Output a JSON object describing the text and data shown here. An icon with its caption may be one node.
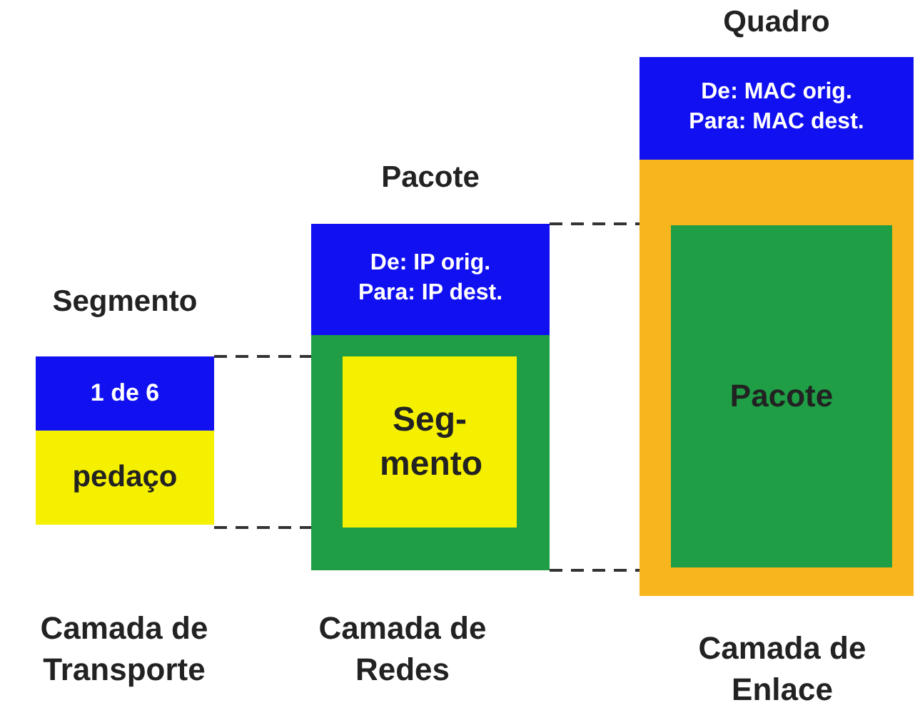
{
  "diagram": {
    "nodes": [
      {
        "text": [
          "Segmento"
        ]
      },
      {
        "text": [
          "1 de 6"
        ],
        "in": 0
      },
      {
        "text": [
          "pedaço"
        ],
        "in": 0
      },
      {
        "text": [
          "Pacote"
        ]
      },
      {
        "text": [
          "De: IP orig. Para: IP dest."
        ],
        "in": 3
      },
      {
        "text": [
          "Seg- mento"
        ],
        "in": 3
      },
      {
        "text": [
          "Quadro"
        ]
      },
      {
        "text": [
          "De: MAC orig. Para: MAC dest."
        ],
        "in": 6
      },
      {
        "text": [
          "Pacote"
        ],
        "in": 6
      }
    ],
    "edges": [
      {
        "from": 0,
        "to": 5,
        "arrow": "none",
        "style": "dashed"
      },
      {
        "from": 0,
        "to": 5,
        "arrow": "none",
        "style": "dashed"
      },
      {
        "from": 3,
        "to": 6,
        "arrow": "none",
        "style": "dashed"
      },
      {
        "from": 3,
        "to": 6,
        "arrow": "none",
        "style": "dashed"
      }
    ],
    "labels": [
      "Camada de Transporte",
      "Camada de Redes",
      "Camada de Enlace"
    ]
  }
}
